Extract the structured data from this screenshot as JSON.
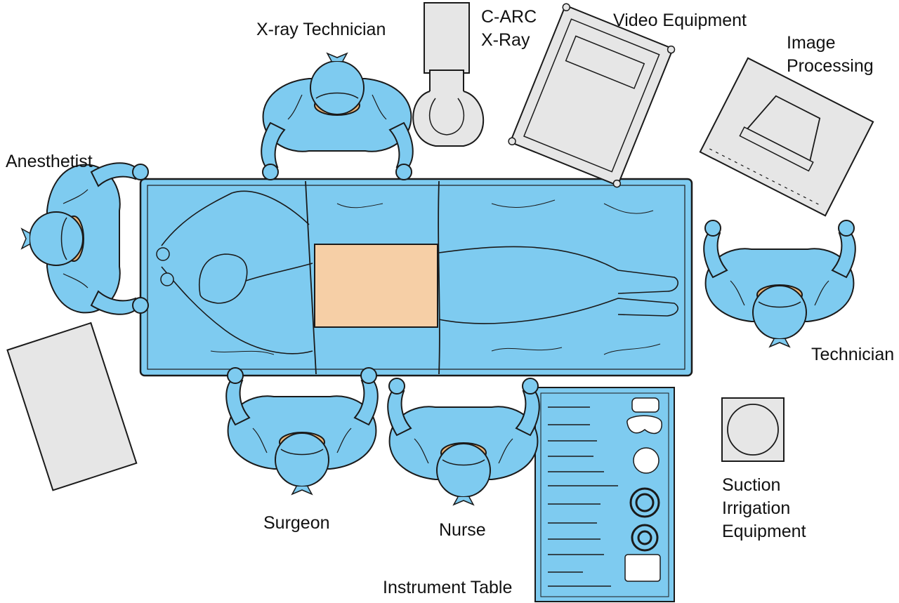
{
  "labels": {
    "xray_technician": "X-ray Technician",
    "carc_line1": "C-ARC",
    "carc_line2": "X-Ray",
    "video_equipment": "Video Equipment",
    "image_processing_line1": "Image",
    "image_processing_line2": "Processing",
    "anesthetist": "Anesthetist",
    "technician": "Technician",
    "surgeon": "Surgeon",
    "nurse": "Nurse",
    "instrument_table": "Instrument Table",
    "suction_line1": "Suction",
    "suction_line2": "Irrigation",
    "suction_line3": "Equipment"
  },
  "colors": {
    "drape_blue": "#7ecbf0",
    "gown_blue": "#7ecbf0",
    "skin": "#f6cfa6",
    "equipment_gray": "#e6e6e6",
    "outline": "#1a1a1a",
    "mask": "#f0b878"
  }
}
